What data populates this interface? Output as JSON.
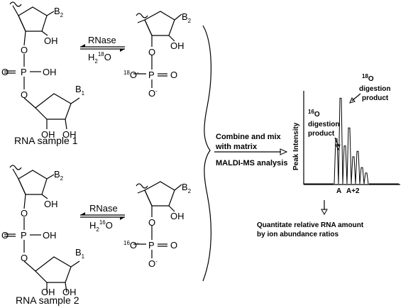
{
  "sample1": {
    "label": "RNA sample 1",
    "enzyme": "RNase",
    "water": {
      "prefix": "H",
      "sub": "2",
      "iso": "18",
      "el": "O"
    },
    "product_iso": "18"
  },
  "sample2": {
    "label": "RNA sample 2",
    "enzyme": "RNase",
    "water": {
      "prefix": "H",
      "sub": "2",
      "iso": "16",
      "el": "O"
    },
    "product_iso": "16"
  },
  "atoms": {
    "oh": "OH",
    "o": "O",
    "p": "P",
    "b1_base": "B",
    "b1_sub": "1",
    "b2_base": "B",
    "b2_sub": "2",
    "o_minus": "O",
    "minus": "-"
  },
  "process": {
    "line1": "Combine and mix",
    "line2": "with matrix",
    "line3": "MALDI-MS analysis"
  },
  "spectrum": {
    "ylabel": "Peak Intensity",
    "peak_a": "A",
    "peak_a2": "A+2",
    "o16_iso": "16",
    "o16_el": "O",
    "o16_line2": "digestion",
    "o16_line3": "product",
    "o18_iso": "18",
    "o18_el": "O",
    "o18_line2": "digestion",
    "o18_line3": "product",
    "heights": [
      0.5,
      0.95,
      0.42,
      0.62,
      0.3,
      0.36,
      0.18,
      0.12
    ]
  },
  "result": {
    "line1": "Quantitate relative RNA amount",
    "line2": "by ion abundance ratios"
  }
}
